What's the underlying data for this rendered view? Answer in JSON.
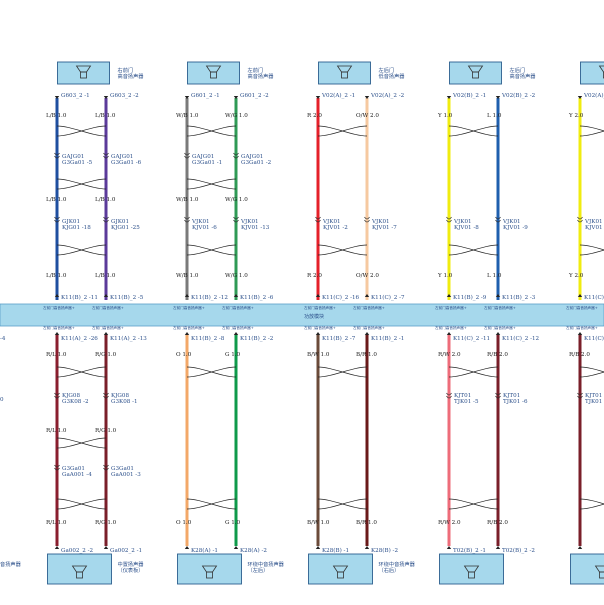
{
  "module_label": "功放模块",
  "colors": {
    "LB": "#1f4fa0",
    "LBr": "#5b3a9a",
    "WB": "#7a7a7a",
    "WG": "#2f9a55",
    "R": "#e5202a",
    "OW": "#f6c9a0",
    "Y": "#f0ec10",
    "L": "#1f5fae",
    "RL": "#8a1e2e",
    "RG": "#7a1f2a",
    "O": "#f3a868",
    "G": "#0e9a4a",
    "BW": "#6b4b3a",
    "BR": "#6a1a1a",
    "RW": "#ee6c7a"
  },
  "top_speakers": [
    {
      "name": "右前门\n高音扬声器",
      "pins": [
        "G603_2 -1",
        "G603_2 -2"
      ]
    },
    {
      "name": "左前门\n高音扬声器",
      "pins": [
        "G601_2 -1",
        "G601_2 -2"
      ]
    },
    {
      "name": "左后门\n低音扬声器",
      "pins": [
        "V02(A)_2 -1",
        "V02(A)_2 -2"
      ]
    },
    {
      "name": "左后门\n高音扬声器",
      "pins": [
        "V02(B)_2 -1",
        "V02(B)_2 -2"
      ]
    },
    {
      "name": "",
      "pins": [
        "V02(A)_2",
        ""
      ]
    }
  ],
  "top_columns": [
    {
      "wires": [
        {
          "label": "L/B 1.0",
          "color": "LB"
        },
        {
          "label": "L/B 1.0",
          "color": "LBr"
        }
      ],
      "conn1": [
        "GAJG01\nG3Ga01 -5",
        "GAJG01\nG3Ga01 -6"
      ],
      "wire_mid": [
        "L/B 1.0",
        "L/B 1.0"
      ],
      "conn2": [
        "GJK01\nKJG01 -18",
        "GJK01\nKJG01 -25"
      ],
      "wire_bot": [
        "L/B 1.0",
        "L/B 1.0"
      ],
      "pins": [
        "K11(B)_2 -11",
        "K11(B)_2 -5"
      ]
    },
    {
      "wires": [
        {
          "label": "W/B 1.0",
          "color": "WB"
        },
        {
          "label": "W/G 1.0",
          "color": "WG"
        }
      ],
      "conn1": [
        "GAJG01\nG3Ga01 -1",
        "GAJG01\nG3Ga01 -2"
      ],
      "wire_mid": [
        "W/B 1.0",
        "W/G 1.0"
      ],
      "conn2": [
        "VJK01\nKJV01 -6",
        "VJK01\nKJV01 -13"
      ],
      "wire_bot": [
        "W/B 1.0",
        "W/G 1.0"
      ],
      "pins": [
        "K11(B)_2 -12",
        "K11(B)_2 -6"
      ]
    },
    {
      "wires": [
        {
          "label": "R 2.0",
          "color": "R"
        },
        {
          "label": "O/W 2.0",
          "color": "OW"
        }
      ],
      "conn1": [
        "",
        ""
      ],
      "wire_mid": [
        "",
        ""
      ],
      "conn2": [
        "VJK01\nKJV01 -2",
        "VJK01\nKJV01 -7"
      ],
      "wire_bot": [
        "R 2.0",
        "O/W 2.0"
      ],
      "pins": [
        "K11(C)_2 -16",
        "K11(C)_2 -7"
      ]
    },
    {
      "wires": [
        {
          "label": "Y 1.0",
          "color": "Y"
        },
        {
          "label": "L 1.0",
          "color": "L"
        }
      ],
      "conn1": [
        "",
        ""
      ],
      "wire_mid": [
        "",
        ""
      ],
      "conn2": [
        "VJK01\nKJV01 -8",
        "VJK01\nKJV01 -9"
      ],
      "wire_bot": [
        "Y 1.0",
        "L 1.0"
      ],
      "pins": [
        "K11(B)_2 -9",
        "K11(B)_2 -3"
      ]
    },
    {
      "wires": [
        {
          "label": "Y 2.0",
          "color": "Y"
        },
        {
          "label": "",
          "color": "Y"
        }
      ],
      "conn1": [
        "",
        ""
      ],
      "wire_mid": [
        "",
        ""
      ],
      "conn2": [
        "VJK01\nKJV01 -",
        ""
      ],
      "wire_bot": [
        "Y 2.0",
        ""
      ],
      "pins": [
        "K11(C)_",
        ""
      ]
    }
  ],
  "bottom_columns": [
    {
      "pins": [
        "K11(A)_2 -26",
        "K11(A)_2 -13"
      ],
      "wires": [
        {
          "label": "R/L 1.0",
          "color": "RL"
        },
        {
          "label": "R/G 1.0",
          "color": "RG"
        }
      ],
      "conn1": [
        "KJG08\nG3K08 -2",
        "KJG08\nG3K08 -1"
      ],
      "wire_mid": [
        "R/L 1.0",
        "R/G 1.0"
      ],
      "conn2": [
        "G3Ga01\nGaA001 -4",
        "G3Ga01\nGaA001 -3"
      ],
      "wire_bot": [
        "R/L 1.0",
        "R/G 1.0"
      ],
      "spk_pins": [
        "Ga002_2 -2",
        "Ga002_2 -1"
      ]
    },
    {
      "pins": [
        "K11(B)_2 -8",
        "K11(B)_2 -2"
      ],
      "wires": [
        {
          "label": "O 1.0",
          "color": "O"
        },
        {
          "label": "G 1.0",
          "color": "G"
        }
      ],
      "conn1": [
        "",
        ""
      ],
      "wire_mid": [
        "",
        ""
      ],
      "conn2": [
        "",
        ""
      ],
      "wire_bot": [
        "O 1.0",
        "G 1.0"
      ],
      "spk_pins": [
        "K28(A) -1",
        "K28(A) -2"
      ]
    },
    {
      "pins": [
        "K11(B)_2 -7",
        "K11(B)_2 -1"
      ],
      "wires": [
        {
          "label": "B/W 1.0",
          "color": "BW"
        },
        {
          "label": "B/R 1.0",
          "color": "BR"
        }
      ],
      "conn1": [
        "",
        ""
      ],
      "wire_mid": [
        "",
        ""
      ],
      "conn2": [
        "",
        ""
      ],
      "wire_bot": [
        "B/W 1.0",
        "B/R 1.0"
      ],
      "spk_pins": [
        "K28(B) -1",
        "K28(B) -2"
      ]
    },
    {
      "pins": [
        "K11(C)_2 -11",
        "K11(C)_2 -12"
      ],
      "wires": [
        {
          "label": "R/W 2.0",
          "color": "RW"
        },
        {
          "label": "R/B 2.0",
          "color": "RG"
        }
      ],
      "conn1": [
        "KJT01\nTJK01 -5",
        "KJT01\nTJK01 -6"
      ],
      "wire_mid": [
        "",
        ""
      ],
      "conn2": [
        "",
        ""
      ],
      "wire_bot": [
        "R/W 2.0",
        "R/B 2.0"
      ],
      "spk_pins": [
        "T02(B)_2 -1",
        "T02(B)_2 -2"
      ]
    },
    {
      "pins": [
        "K11(C)_",
        ""
      ],
      "wires": [
        {
          "label": "R/B 2.0",
          "color": "RG"
        },
        {
          "label": "",
          "color": "RG"
        }
      ],
      "conn1": [
        "KJT01\nTJK01 -",
        ""
      ],
      "wire_mid": [
        "",
        ""
      ],
      "conn2": [
        "",
        ""
      ],
      "wire_bot": [
        "",
        ""
      ],
      "spk_pins": [
        "",
        ""
      ]
    }
  ],
  "bottom_speakers": [
    {
      "name": "中置扬声器\n（仪表板）"
    },
    {
      "name": "环绕中音扬声器\n（左后）"
    },
    {
      "name": "环绕中音扬声器\n（右后）"
    },
    {
      "name": ""
    },
    {
      "name": ""
    }
  ],
  "left_edge": {
    "top_pin": "-4",
    "mid_text": "0",
    "spk_text": "音扬声器"
  }
}
